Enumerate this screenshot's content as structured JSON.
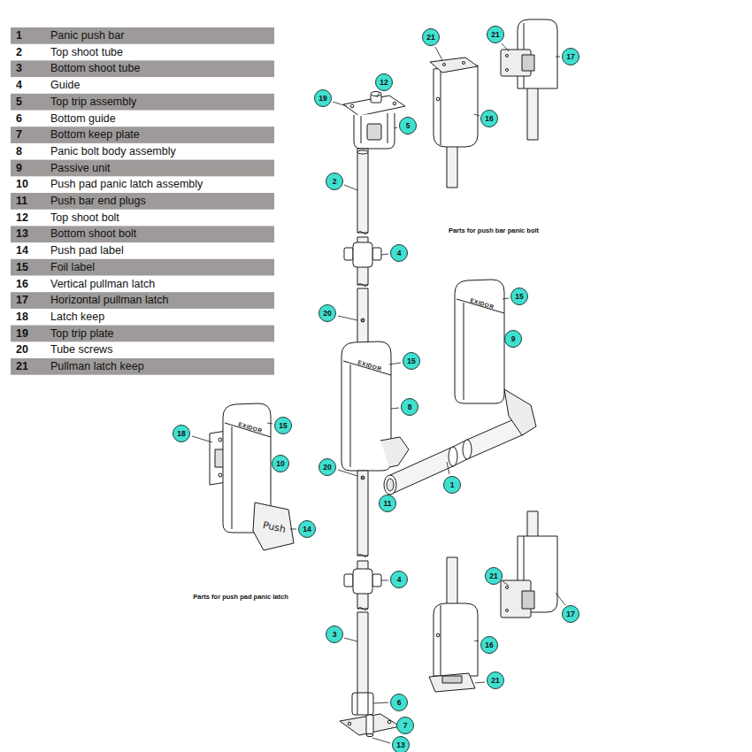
{
  "diagram": {
    "labels": [
      "1",
      "Panic push bar",
      "2",
      "Top shoot tube",
      "3",
      "Bottom shoot tube",
      "4",
      "Guide",
      "5",
      "Top trip assembly",
      "6",
      "Bottom guide",
      "7",
      "Bottom keep plate",
      "8",
      "Panic bolt body assembly",
      "9",
      "Passive unit",
      "10",
      "Push pad panic latch assembly",
      "11",
      "Push bar end plugs",
      "12",
      "Top shoot bolt",
      "13",
      "Bottom shoot bolt",
      "14",
      "Push pad label",
      "15",
      "Foil label",
      "16",
      "Vertical pullman latch",
      "17",
      "Horizontal pullman latch",
      "18",
      "Latch keep",
      "19",
      "Top trip plate",
      "20",
      "Tube screws",
      "21",
      "Pullman latch keep",
      "19",
      "12",
      "5",
      "2",
      "4",
      "20",
      "15",
      "8",
      "15",
      "9",
      "1",
      "11",
      "20",
      "4",
      "3",
      "6",
      "7",
      "13",
      "21",
      "21",
      "17",
      "16",
      "18",
      "15",
      "10",
      "14",
      "21",
      "17",
      "16",
      "21",
      "Parts for push bar panic bolt",
      "Parts for push pad panic latch",
      "EXIDOR",
      "EXIDOR",
      "EXIDOR",
      "Push"
    ]
  }
}
